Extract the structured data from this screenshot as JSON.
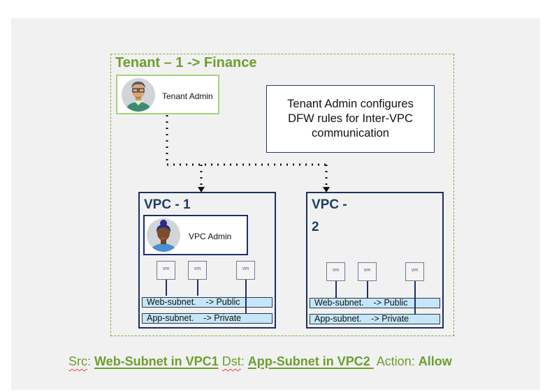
{
  "tenant": {
    "title": "Tenant – 1 -> Finance",
    "admin_label": "Tenant Admin",
    "note": "Tenant Admin configures DFW rules for Inter-VPC communication"
  },
  "vpcs": [
    {
      "title": "VPC - 1",
      "admin_label": "VPC Admin",
      "vms": [
        "vm",
        "vm",
        "vm"
      ],
      "subnets": [
        {
          "label": "Web-subnet.    -> Public"
        },
        {
          "label": "App-subnet.    -> Private"
        }
      ]
    },
    {
      "title_line1": "VPC -",
      "title_line2": "2",
      "vms": [
        "vm",
        "vm",
        "vm"
      ],
      "subnets": [
        {
          "label": "Web-subnet.    -> Public"
        },
        {
          "label": "App-subnet.    -> Private"
        }
      ]
    }
  ],
  "rule": {
    "src_label": "Src",
    "src_value": "Web-Subnet in VPC1",
    "dst_label": "Dst",
    "dst_value": "App-Subnet in VPC2 ",
    "action_label": "Action: ",
    "action_value": "Allow"
  },
  "colors": {
    "tenant_green": "#6d9e2e",
    "vpc_navy": "#1c2f63",
    "subnet_fill": "#c5e6f8",
    "panel_bg": "#f1f1f1"
  }
}
